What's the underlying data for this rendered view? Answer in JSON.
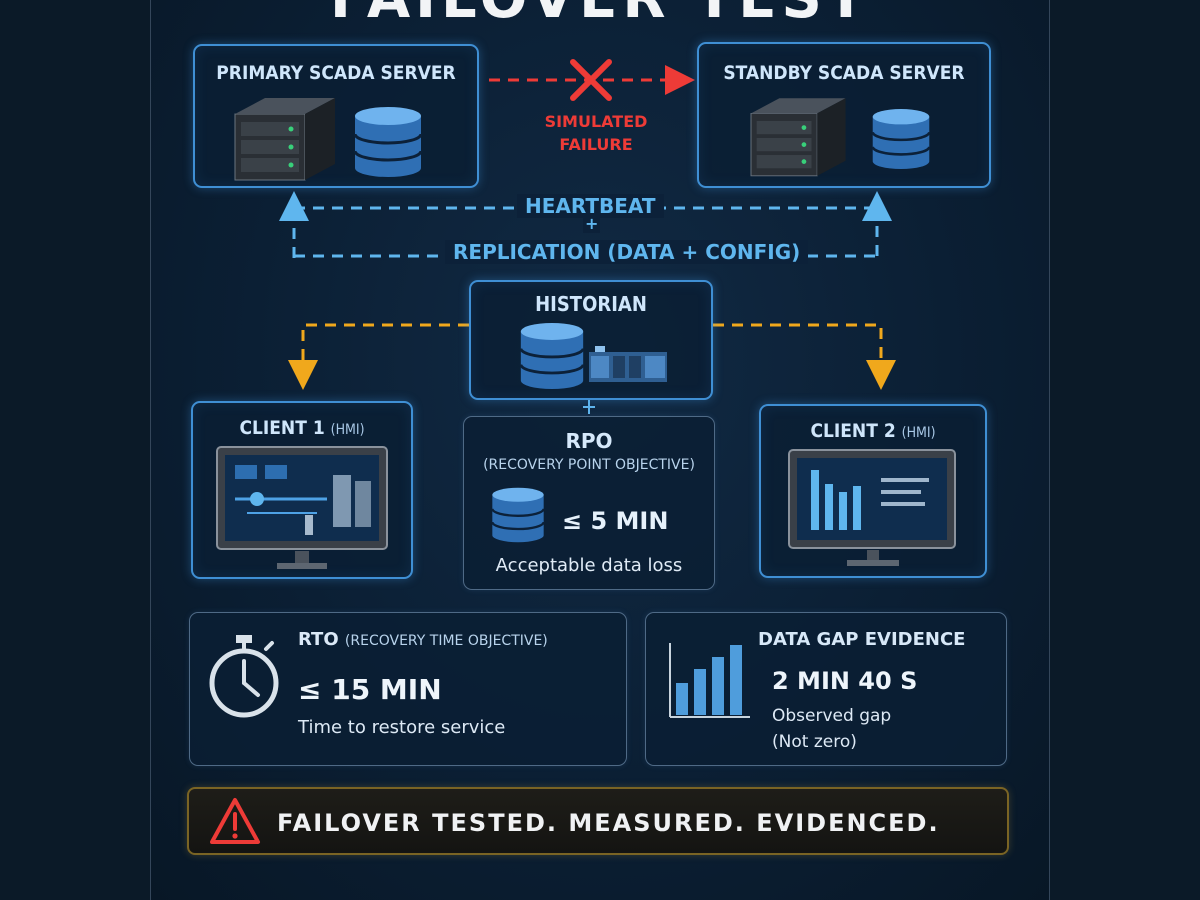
{
  "title": "FAILOVER TEST",
  "primary": {
    "title": "PRIMARY SCADA SERVER"
  },
  "standby": {
    "title": "STANDBY SCADA SERVER"
  },
  "failure": {
    "line1": "SIMULATED",
    "line2": "FAILURE"
  },
  "links": {
    "heartbeat": "HEARTBEAT",
    "plus": "+",
    "replication": "REPLICATION (DATA + CONFIG)"
  },
  "historian": {
    "title": "HISTORIAN"
  },
  "client1": {
    "title": "CLIENT 1",
    "sub": "(HMI)"
  },
  "client2": {
    "title": "CLIENT 2",
    "sub": "(HMI)"
  },
  "rpo": {
    "title": "RPO",
    "subtitle": "(RECOVERY POINT OBJECTIVE)",
    "value": "≤ 5 MIN",
    "desc": "Acceptable data loss"
  },
  "rto": {
    "title": "RTO",
    "subtitle": "(RECOVERY TIME OBJECTIVE)",
    "value": "≤ 15 MIN",
    "desc": "Time to restore service"
  },
  "gap": {
    "title": "DATA GAP EVIDENCE",
    "value": "2 MIN 40 S",
    "desc1": "Observed gap",
    "desc2": "(Not zero)"
  },
  "banner": {
    "text": "FAILOVER TESTED. MEASURED. EVIDENCED."
  },
  "colors": {
    "accent": "#3f8fd4",
    "link": "#5fb6ee",
    "sync": "#f0a81c",
    "alert": "#ee3b37"
  }
}
